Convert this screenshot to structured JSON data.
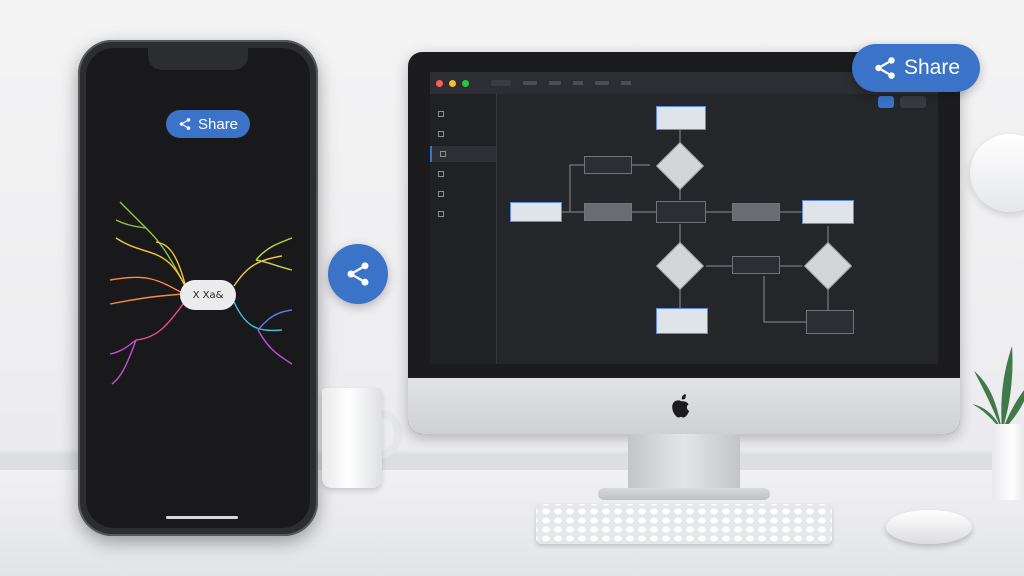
{
  "phone": {
    "share_label": "Share",
    "mindmap_center": "X Xa&"
  },
  "monitor": {
    "share_label": "Share"
  },
  "colors": {
    "accent": "#3b73c8",
    "screen_bg": "#19191b",
    "app_bg": "#25262a"
  },
  "icons": [
    "share-icon",
    "apple-logo-icon"
  ]
}
